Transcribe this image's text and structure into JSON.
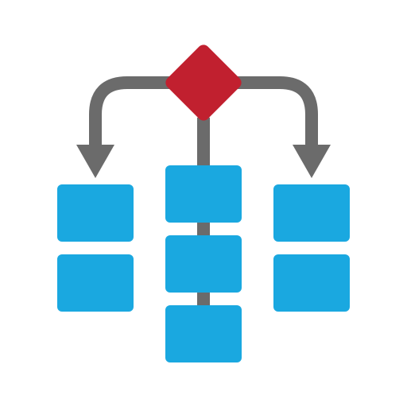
{
  "icon": {
    "semantic": "flowchart-icon",
    "colors": {
      "decision": "#c1202f",
      "process": "#1aa8e0",
      "connector": "#6b6b6b",
      "background": "#ffffff"
    }
  },
  "nodes": {
    "decision": {
      "shape": "diamond"
    },
    "left_column": {
      "boxes": 2
    },
    "center_column": {
      "boxes": 3
    },
    "right_column": {
      "boxes": 2
    }
  },
  "connectors": {
    "left_branch": {
      "type": "curved-arrow",
      "direction": "down"
    },
    "right_branch": {
      "type": "curved-arrow",
      "direction": "down"
    },
    "center_spine": {
      "type": "line"
    }
  }
}
